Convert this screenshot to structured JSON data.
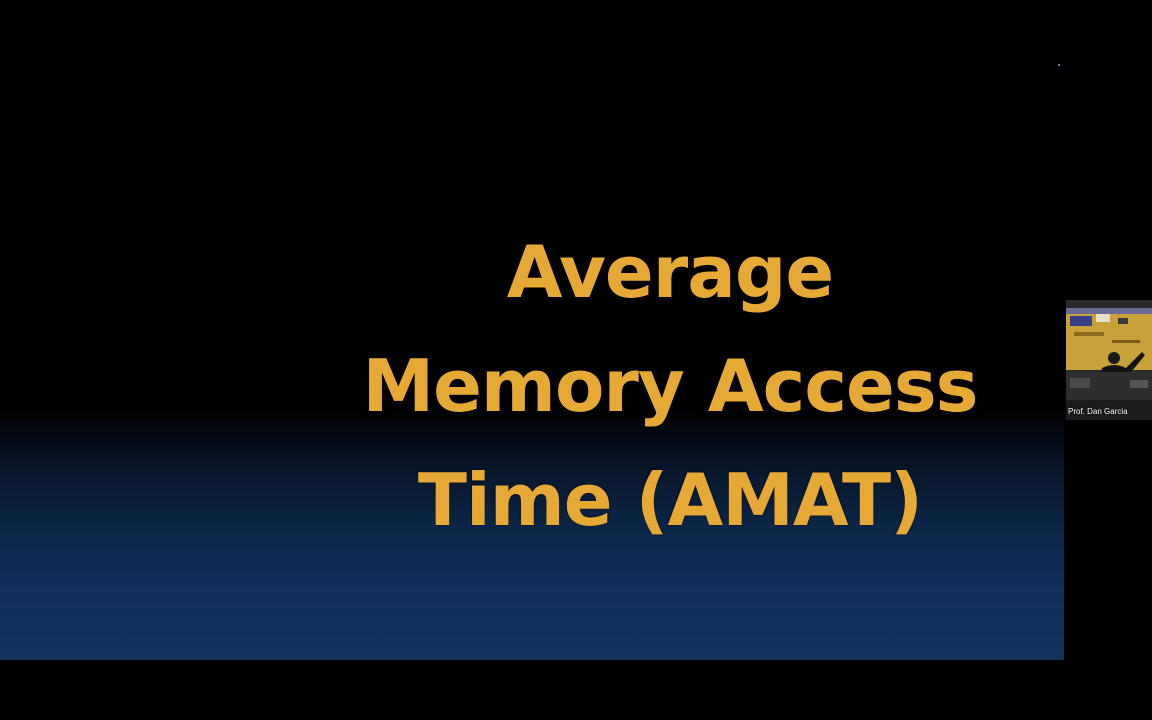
{
  "slide": {
    "title_lines": [
      "Average",
      "Memory Access",
      "Time (AMAT)"
    ],
    "title_color": "#e7a936",
    "background_top": "#000000",
    "background_bottom": "#12345f"
  },
  "video": {
    "presenter_name": "Prof. Dan Garcia"
  }
}
